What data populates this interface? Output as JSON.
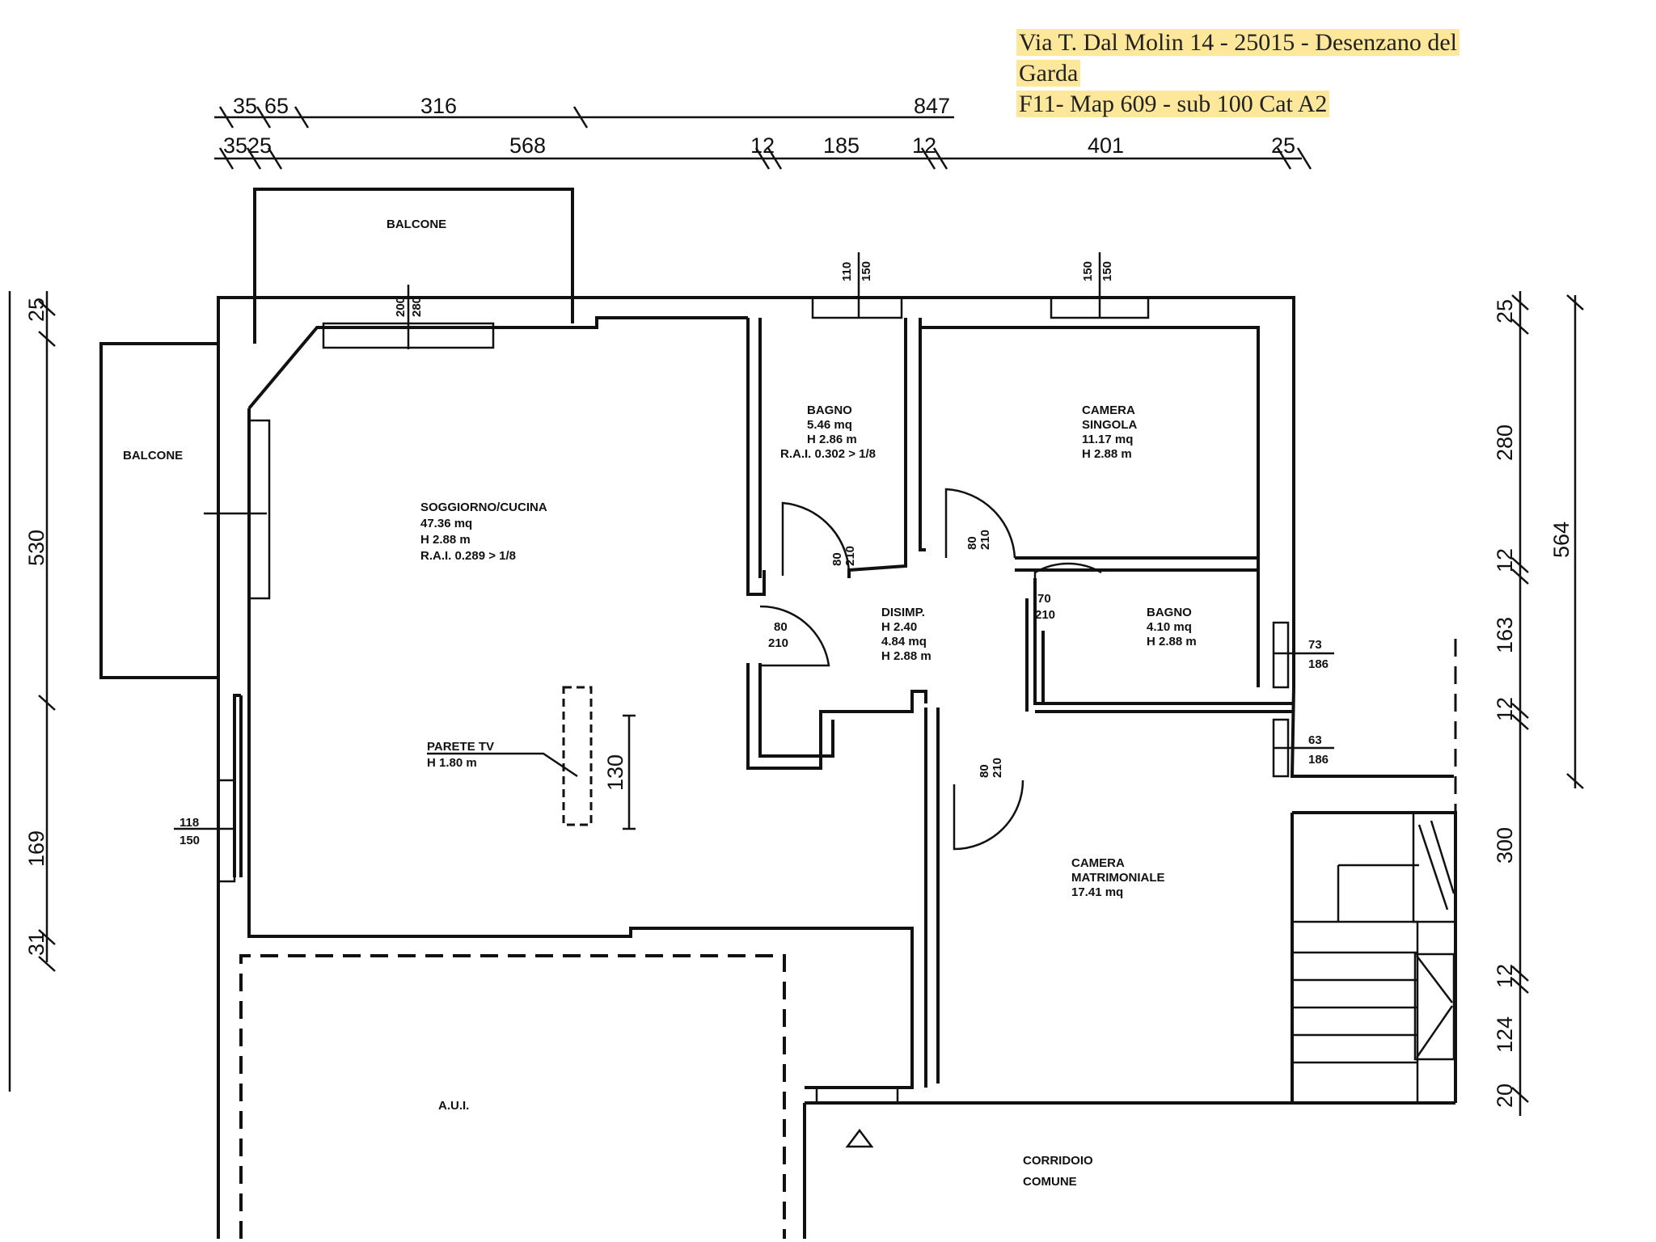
{
  "header": {
    "address_line1": "Via T. Dal Molin 14 - 25015 - Desenzano del",
    "address_line2": "Garda",
    "cadastral": "F11- Map 609 - sub 100 Cat A2",
    "highlight_color": "#fde79a"
  },
  "dimensions": {
    "top_row1": [
      "35",
      "65",
      "316",
      "847"
    ],
    "top_row2": [
      "3525",
      "568",
      "12",
      "185",
      "12",
      "401",
      "25"
    ],
    "left": [
      "25",
      "530",
      "169",
      "31"
    ],
    "right": [
      "25",
      "280",
      "12",
      "163",
      "12",
      "300",
      "12",
      "124",
      "20"
    ],
    "right_total": "564",
    "tv_wall": "130"
  },
  "rooms": {
    "balcone_top": "BALCONE",
    "balcone_left": "BALCONE",
    "soggiorno": [
      "SOGGIORNO/CUCINA",
      "47.36 mq",
      "H 2.88 m",
      "R.A.I. 0.289 > 1/8"
    ],
    "bagno1": [
      "BAGNO",
      "5.46 mq",
      "H 2.86 m",
      "R.A.I. 0.302 > 1/8"
    ],
    "camera_singola": [
      "CAMERA",
      "SINGOLA",
      "11.17 mq",
      "H 2.88 m"
    ],
    "disimp": [
      "DISIMP.",
      "H 2.40",
      "4.84 mq",
      "H 2.88 m"
    ],
    "bagno2": [
      "BAGNO",
      "4.10 mq",
      "H 2.88 m"
    ],
    "parete_tv": [
      "PARETE TV",
      "H 1.80 m"
    ],
    "camera_matrimoniale": [
      "CAMERA",
      "MATRIMONIALE",
      "17.41 mq"
    ],
    "aui": "A.U.I.",
    "corridoio": [
      "CORRIDOIO",
      "COMUNE"
    ]
  },
  "openings": {
    "door1": [
      "80",
      "210"
    ],
    "door2": [
      "80",
      "210"
    ],
    "door3": [
      "80",
      "210"
    ],
    "door4": [
      "70",
      "210"
    ],
    "door5": [
      "80",
      "210"
    ],
    "window1": [
      "110",
      "150"
    ],
    "window2": [
      "150",
      "150"
    ],
    "window3": [
      "73",
      "186"
    ],
    "window4": [
      "63",
      "186"
    ],
    "window5": [
      "118",
      "150"
    ],
    "window6": [
      "200",
      "280"
    ]
  }
}
